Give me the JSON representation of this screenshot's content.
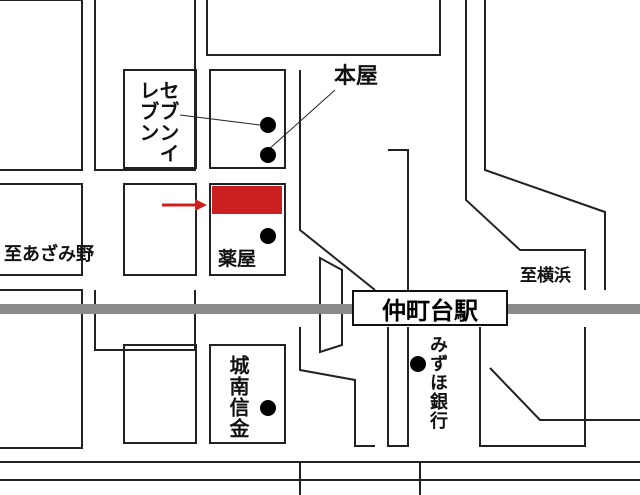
{
  "map": {
    "colors": {
      "rail": "#8a8a8a",
      "road_outline": "#222222",
      "destination": "#cc1f1f",
      "dot": "#000000"
    },
    "labels": {
      "station": "仲町台駅",
      "honya": "本屋",
      "seven_eleven": "セブンイレブン",
      "yakuya": "薬屋",
      "to_azamino": "至あざみ野",
      "to_yokohama": "至横浜",
      "mizuho": "みずほ銀行",
      "jonan": "城南信金"
    },
    "icons": {
      "pointer": "red-arrow-icon",
      "marker": "location-dot-icon"
    }
  }
}
